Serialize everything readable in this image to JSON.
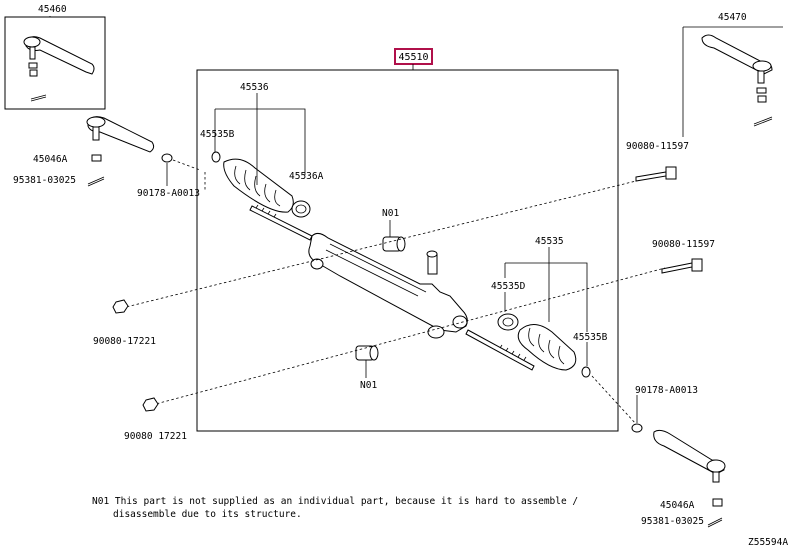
{
  "diagram": {
    "main_part": "45510",
    "highlight_color": "#b0104a",
    "parts": {
      "p45460": "45460",
      "p45470": "45470",
      "p45536": "45536",
      "p45535B_left": "45535B",
      "p45536A": "45536A",
      "p45046A_left": "45046A",
      "p95381_left": "95381-03025",
      "p90178_left": "90178-A0013",
      "pN01_top": "N01",
      "p90080_11597_top": "90080-11597",
      "p90080_11597_mid": "90080-11597",
      "p45535": "45535",
      "p45535D": "45535D",
      "p45535B_right": "45535B",
      "p90080_17221_left": "90080-17221",
      "pN01_bottom": "N01",
      "p90080_17221_bottom": "90080 17221",
      "p90178_right": "90178-A0013",
      "p45046A_right": "45046A",
      "p95381_right": "95381-03025"
    },
    "note_line1": "N01 This part is not supplied as an individual part, because it is hard to assemble /",
    "note_line2": "disassemble due to its structure.",
    "figure_id": "Z55594A"
  }
}
